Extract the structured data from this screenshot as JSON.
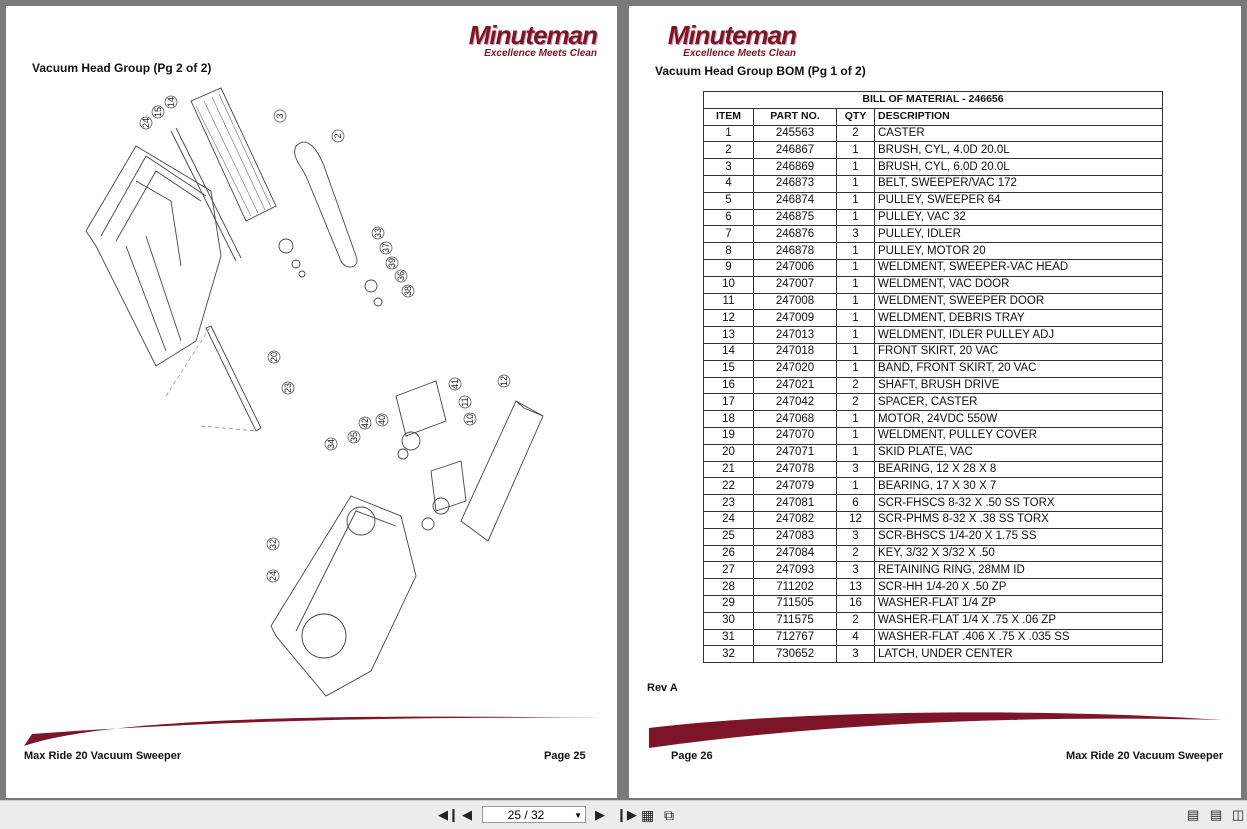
{
  "brand": {
    "name": "Minuteman",
    "tagline": "Excellence Meets Clean"
  },
  "left_page": {
    "title": "Vacuum Head Group (Pg 2 of 2)",
    "footer_left": "Max Ride 20 Vacuum Sweeper",
    "footer_right": "Page 25",
    "callouts": [
      "24",
      "15",
      "14",
      "3",
      "2",
      "33",
      "37",
      "39",
      "36",
      "38",
      "20",
      "23",
      "41",
      "11",
      "12",
      "10",
      "34",
      "35",
      "42",
      "40",
      "32",
      "24"
    ]
  },
  "right_page": {
    "title": "Vacuum Head Group BOM (Pg 1 of 2)",
    "table_title": "BILL OF MATERIAL - 246656",
    "columns": [
      "ITEM",
      "PART NO.",
      "QTY",
      "DESCRIPTION"
    ],
    "rows": [
      [
        "1",
        "245563",
        "2",
        "CASTER"
      ],
      [
        "2",
        "246867",
        "1",
        "BRUSH, CYL, 4.0D 20.0L"
      ],
      [
        "3",
        "246869",
        "1",
        "BRUSH, CYL, 6.0D 20.0L"
      ],
      [
        "4",
        "246873",
        "1",
        "BELT, SWEEPER/VAC 172"
      ],
      [
        "5",
        "246874",
        "1",
        "PULLEY, SWEEPER 64"
      ],
      [
        "6",
        "246875",
        "1",
        "PULLEY, VAC 32"
      ],
      [
        "7",
        "246876",
        "3",
        "PULLEY, IDLER"
      ],
      [
        "8",
        "246878",
        "1",
        "PULLEY, MOTOR 20"
      ],
      [
        "9",
        "247006",
        "1",
        "WELDMENT, SWEEPER-VAC HEAD"
      ],
      [
        "10",
        "247007",
        "1",
        "WELDMENT, VAC DOOR"
      ],
      [
        "11",
        "247008",
        "1",
        "WELDMENT, SWEEPER DOOR"
      ],
      [
        "12",
        "247009",
        "1",
        "WELDMENT, DEBRIS TRAY"
      ],
      [
        "13",
        "247013",
        "1",
        "WELDMENT, IDLER PULLEY ADJ"
      ],
      [
        "14",
        "247018",
        "1",
        "FRONT SKIRT, 20 VAC"
      ],
      [
        "15",
        "247020",
        "1",
        "BAND, FRONT SKIRT, 20 VAC"
      ],
      [
        "16",
        "247021",
        "2",
        "SHAFT, BRUSH DRIVE"
      ],
      [
        "17",
        "247042",
        "2",
        "SPACER, CASTER"
      ],
      [
        "18",
        "247068",
        "1",
        "MOTOR, 24VDC 550W"
      ],
      [
        "19",
        "247070",
        "1",
        "WELDMENT, PULLEY COVER"
      ],
      [
        "20",
        "247071",
        "1",
        "SKID PLATE, VAC"
      ],
      [
        "21",
        "247078",
        "3",
        "BEARING, 12 X 28 X 8"
      ],
      [
        "22",
        "247079",
        "1",
        "BEARING, 17 X 30 X 7"
      ],
      [
        "23",
        "247081",
        "6",
        "SCR-FHSCS 8-32 X .50 SS TORX"
      ],
      [
        "24",
        "247082",
        "12",
        "SCR-PHMS 8-32 X .38 SS TORX"
      ],
      [
        "25",
        "247083",
        "3",
        "SCR-BHSCS 1/4-20 X 1.75 SS"
      ],
      [
        "26",
        "247084",
        "2",
        "KEY, 3/32 X 3/32 X .50"
      ],
      [
        "27",
        "247093",
        "3",
        "RETAINING RING, 28MM ID"
      ],
      [
        "28",
        "711202",
        "13",
        "SCR-HH 1/4-20 X .50 ZP"
      ],
      [
        "29",
        "711505",
        "16",
        "WASHER-FLAT 1/4 ZP"
      ],
      [
        "30",
        "711575",
        "2",
        "WASHER-FLAT 1/4 X .75 X .06 ZP"
      ],
      [
        "31",
        "712767",
        "4",
        "WASHER-FLAT .406 X .75 X .035 SS"
      ],
      [
        "32",
        "730652",
        "3",
        "LATCH, UNDER CENTER"
      ]
    ],
    "rev": "Rev A",
    "footer_left": "Page 26",
    "footer_right": "Max Ride 20 Vacuum Sweeper"
  },
  "toolbar": {
    "page_indicator": "25 / 32",
    "icons": [
      "first-page-icon",
      "prev-page-icon",
      "dropdown-icon",
      "next-page-icon",
      "last-page-icon",
      "fit-width-icon",
      "two-page-icon",
      "single-page-view-icon",
      "continuous-view-icon",
      "facing-view-icon"
    ]
  },
  "colors": {
    "brand": "#7d1427",
    "viewer_bg": "#7a7a7a"
  }
}
